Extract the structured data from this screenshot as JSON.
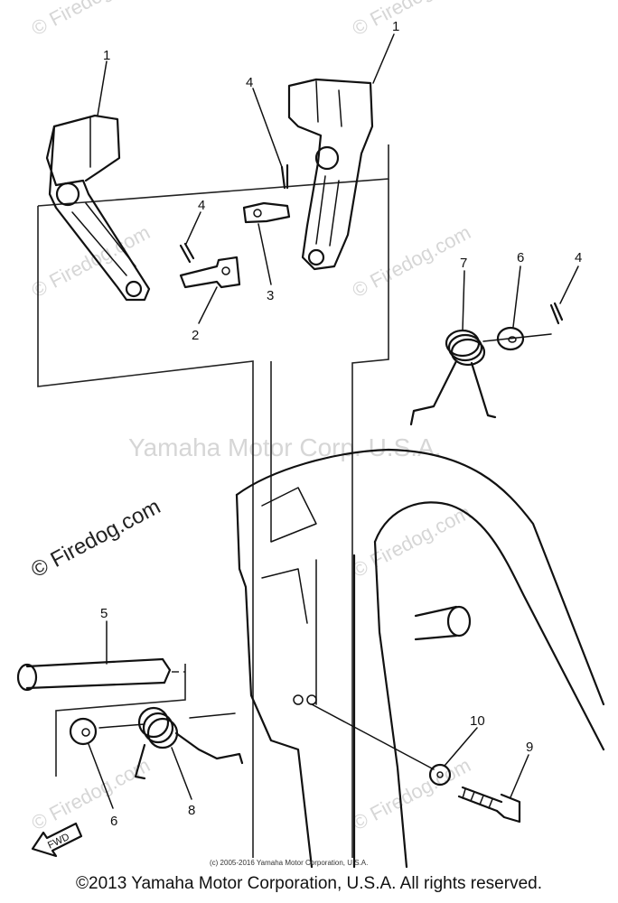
{
  "watermarks": {
    "center": "Yamaha Motor Corp. U.S.A.",
    "firedog_diagonal": "© Firedog.com",
    "firedog_small": "© Firedog.com"
  },
  "callouts": {
    "c1_left": "1",
    "c1_right": "1",
    "c2": "2",
    "c3": "3",
    "c4_top": "4",
    "c4_mid": "4",
    "c4_right": "4",
    "c5": "5",
    "c6_top": "6",
    "c6_bottom": "6",
    "c7": "7",
    "c8": "8",
    "c9": "9",
    "c10": "10"
  },
  "fwd_label": "FWD",
  "small_credit": "(c) 2005-2016 Yamaha Motor Corporation, U.S.A.",
  "copyright": "©2013 Yamaha Motor Corporation, U.S.A. All rights reserved."
}
